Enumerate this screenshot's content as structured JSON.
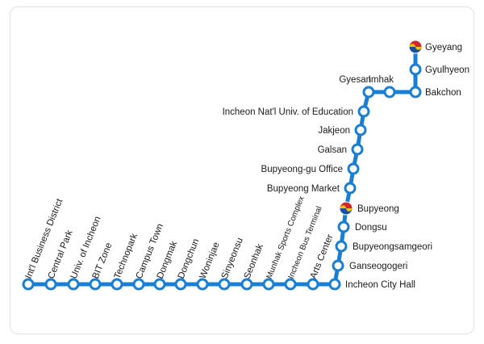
{
  "line": {
    "color": "#1a7fd4",
    "stations": [
      {
        "id": "gyeyang",
        "name": "Gyeyang",
        "transfer": true
      },
      {
        "id": "gyulhyeon",
        "name": "Gyulhyeon",
        "transfer": false
      },
      {
        "id": "bakchon",
        "name": "Bakchon",
        "transfer": false
      },
      {
        "id": "imhak",
        "name": "Imhak",
        "transfer": false
      },
      {
        "id": "gyesan",
        "name": "Gyesan",
        "transfer": false
      },
      {
        "id": "incheon-natl-univ-education",
        "name": "Incheon Nat'l Univ. of Education",
        "transfer": false
      },
      {
        "id": "jakjeon",
        "name": "Jakjeon",
        "transfer": false
      },
      {
        "id": "galsan",
        "name": "Galsan",
        "transfer": false
      },
      {
        "id": "bupyeong-gu-office",
        "name": "Bupyeong-gu Office",
        "transfer": false
      },
      {
        "id": "bupyeong-market",
        "name": "Bupyeong Market",
        "transfer": false
      },
      {
        "id": "bupyeong",
        "name": "Bupyeong",
        "transfer": true
      },
      {
        "id": "dongsu",
        "name": "Dongsu",
        "transfer": false
      },
      {
        "id": "bupyeongsamgeori",
        "name": "Bupyeongsamgeori",
        "transfer": false
      },
      {
        "id": "ganseogogeri",
        "name": "Ganseogogeri",
        "transfer": false
      },
      {
        "id": "incheon-city-hall",
        "name": "Incheon City Hall",
        "transfer": false
      },
      {
        "id": "arts-center",
        "name": "Arts Center",
        "transfer": false
      },
      {
        "id": "incheon-bus-terminal",
        "name": "Incheon Bus Terminal",
        "transfer": false
      },
      {
        "id": "munhak-sports-complex",
        "name": "Munhak Sports Complex",
        "transfer": false
      },
      {
        "id": "seonhak",
        "name": "Seonhak",
        "transfer": false
      },
      {
        "id": "sinyeonsu",
        "name": "Sinyeonsu",
        "transfer": false
      },
      {
        "id": "woninjae",
        "name": "Woninjae",
        "transfer": false
      },
      {
        "id": "dongchun",
        "name": "Dongchun",
        "transfer": false
      },
      {
        "id": "dongmak",
        "name": "Dongmak",
        "transfer": false
      },
      {
        "id": "campus-town",
        "name": "Campus Town",
        "transfer": false
      },
      {
        "id": "technopark",
        "name": "Technopark",
        "transfer": false
      },
      {
        "id": "bit-zone",
        "name": "BIT Zone",
        "transfer": false
      },
      {
        "id": "univ-of-incheon",
        "name": "Univ. of Incheon",
        "transfer": false
      },
      {
        "id": "central-park",
        "name": "Central Park",
        "transfer": false
      },
      {
        "id": "intl-business-district",
        "name": "Int'l Business District",
        "transfer": false
      }
    ]
  }
}
